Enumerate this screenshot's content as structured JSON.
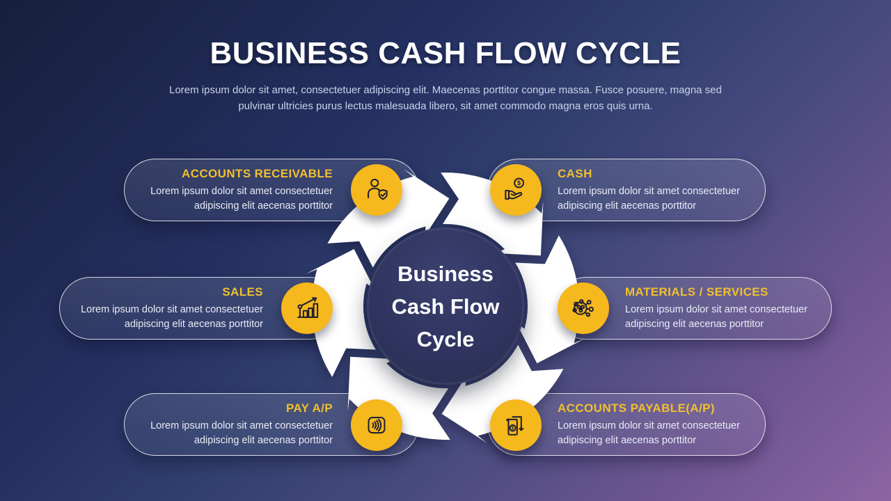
{
  "header": {
    "title": "BUSINESS CASH FLOW CYCLE",
    "subtitle": "Lorem ipsum dolor sit amet, consectetuer adipiscing elit. Maecenas porttitor congue massa. Fusce posuere, magna sed pulvinar ultricies purus lectus malesuada libero, sit amet commodo magna eros quis urna."
  },
  "center": {
    "line1": "Business",
    "line2": "Cash Flow",
    "line3": "Cycle"
  },
  "cards": [
    {
      "title": "ACCOUNTS RECEIVABLE",
      "body": "Lorem ipsum dolor sit amet consectetuer adipiscing elit aecenas porttitor",
      "icon": "user-shield-check-icon"
    },
    {
      "title": "CASH",
      "body": "Lorem ipsum dolor sit amet consectetuer adipiscing elit aecenas porttitor",
      "icon": "hand-coin-icon"
    },
    {
      "title": "SALES",
      "body": "Lorem ipsum dolor sit amet consectetuer adipiscing elit aecenas porttitor",
      "icon": "growth-chart-icon"
    },
    {
      "title": "MATERIALS / SERVICES",
      "body": "Lorem ipsum dolor sit amet consectetuer adipiscing elit aecenas porttitor",
      "icon": "gear-molecule-icon"
    },
    {
      "title": "PAY A/P",
      "body": "Lorem ipsum dolor sit amet consectetuer adipiscing elit aecenas porttitor",
      "icon": "contactless-payment-icon"
    },
    {
      "title": "ACCOUNTS PAYABLE(A/P)",
      "body": "Lorem ipsum dolor sit amet consectetuer adipiscing elit aecenas porttitor",
      "icon": "invoice-dollar-icon"
    }
  ],
  "colors": {
    "accent_yellow": "#F5B81D",
    "heading_yellow": "#F0C02F",
    "body_text": "#E9ECF5",
    "subtitle_text": "#C9D3EA",
    "title_text": "#FFFFFF",
    "center_circle": "#30345F",
    "arrow_white": "#FFFFFF"
  }
}
